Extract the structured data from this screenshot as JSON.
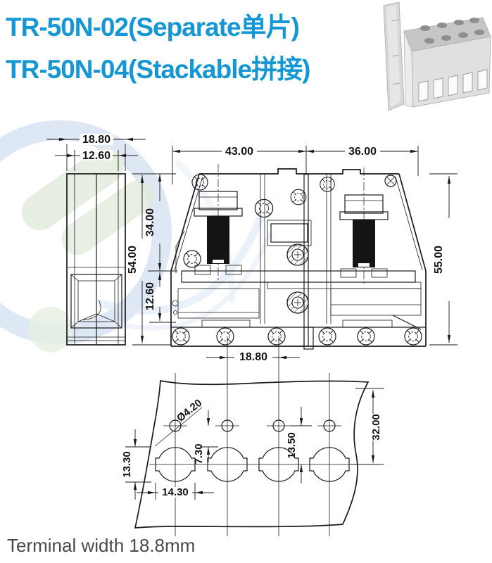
{
  "header": {
    "title_line1": "TR-50N-02(Separate单片)",
    "title_line2": "TR-50N-04(Stackable拼接)"
  },
  "views": {
    "side_view": {
      "dim_width": "18.80",
      "dim_inner_width": "12.60"
    },
    "front_view": {
      "dim_left_section": "43.00",
      "dim_right_section": "36.00",
      "dim_upper_height": "34.00",
      "dim_left_total": "54.00",
      "dim_lower_height": "12.60",
      "dim_right_total": "55.00"
    },
    "plan_view": {
      "dim_pitch": "18.80",
      "dim_hole_diameter": "Ø4.20",
      "dim_hole_offset": "7.30",
      "dim_hole_to_slot": "13.50",
      "dim_edge_to_slot": "32.00",
      "dim_slot_height": "13.30",
      "dim_slot_width": "14.30"
    }
  },
  "footer": {
    "note": "Terminal width 18.8mm"
  },
  "colors": {
    "title_blue": "#1697d4",
    "drawing_line": "#1a1a1a",
    "watermark_green": "#d7e6cf",
    "watermark_blue": "#c9d8ee"
  }
}
